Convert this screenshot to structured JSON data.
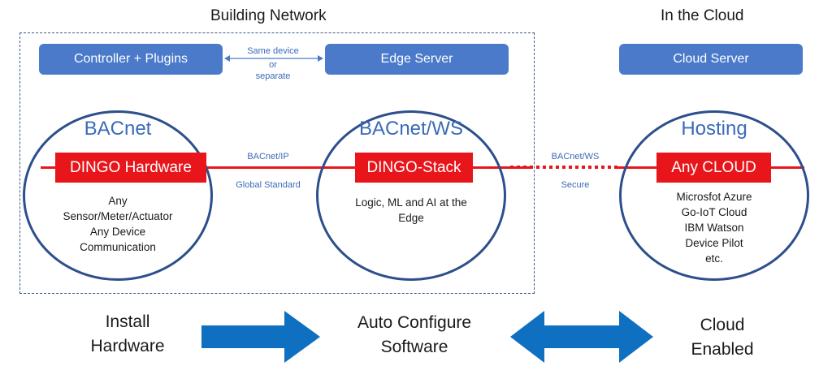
{
  "headings": {
    "building_network": "Building Network",
    "in_the_cloud": "In the Cloud"
  },
  "pills": {
    "controller": "Controller  + Plugins",
    "edge_server": "Edge Server",
    "cloud_server": "Cloud Server"
  },
  "same_device": [
    "Same device",
    "or",
    "separate"
  ],
  "circles": {
    "bacnet": {
      "title": "BACnet",
      "box": "DINGO Hardware",
      "desc": [
        "Any",
        "Sensor/Meter/Actuator",
        "Any Device",
        "Communication"
      ]
    },
    "bacnet_ws": {
      "title": "BACnet/WS",
      "box": "DINGO-Stack",
      "desc": [
        "Logic, ML and AI at the",
        "Edge"
      ]
    },
    "hosting": {
      "title": "Hosting",
      "box": "Any CLOUD",
      "desc": [
        "Microsfot Azure",
        "Go-IoT Cloud",
        "IBM Watson",
        "Device Pilot",
        "etc."
      ]
    }
  },
  "links": {
    "bacnet_ip": "BACnet/IP",
    "global_standard": "Global Standard",
    "bacnet_ws": "BACnet/WS",
    "secure": "Secure"
  },
  "steps": {
    "install": [
      "Install",
      "Hardware"
    ],
    "auto_configure": [
      "Auto Configure",
      "Software"
    ],
    "cloud": [
      "Cloud",
      "Enabled"
    ]
  },
  "colors": {
    "accent_blue": "#4a7ac9",
    "circle_border": "#2d4f8c",
    "red": "#e8151b",
    "arrow_blue": "#0f6fc0"
  }
}
